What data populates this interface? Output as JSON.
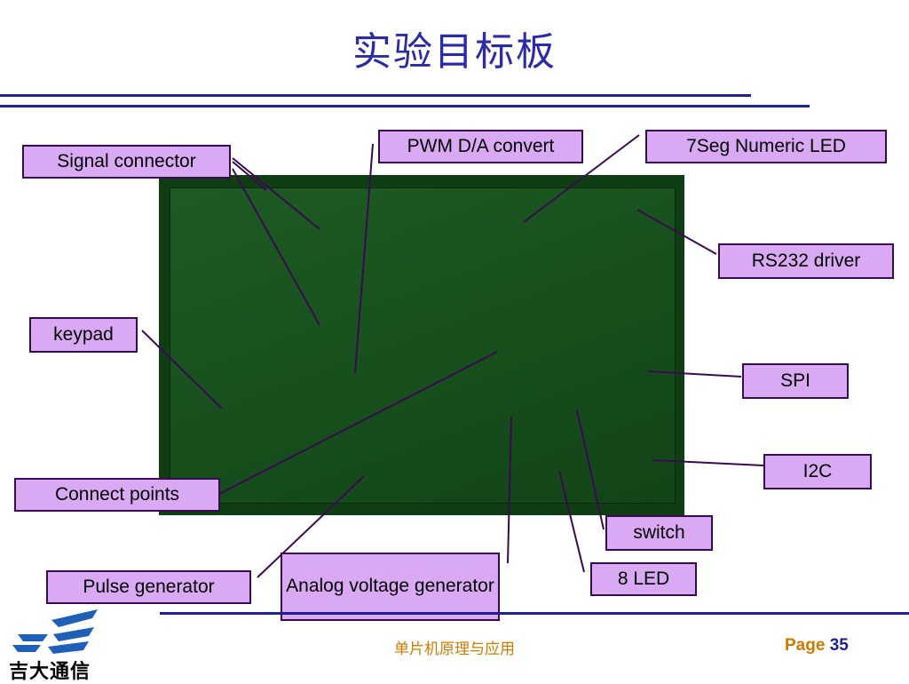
{
  "slide": {
    "title": "实验目标板",
    "footer": "单片机原理与应用",
    "page_label": "Page",
    "page_number": "35",
    "logo_text": "吉大通信"
  },
  "callouts": {
    "signal_connector": "Signal connector",
    "pwm": "PWM D/A convert",
    "seven_seg": "7Seg Numeric LED",
    "rs232": "RS232 driver",
    "keypad": "keypad",
    "spi": "SPI",
    "i2c": "I2C",
    "connect_points": "Connect points",
    "switch": "switch",
    "analog_voltage": "Analog voltage generator",
    "led8": "8 LED",
    "pulse": "Pulse generator"
  },
  "colors": {
    "title": "#2b2ba8",
    "rule": "#1f1f9a",
    "callout_fill": "#d9a9f3",
    "callout_border": "#3a0a50",
    "footer_text": "#d07a00",
    "logo": "#1e5fb8"
  }
}
